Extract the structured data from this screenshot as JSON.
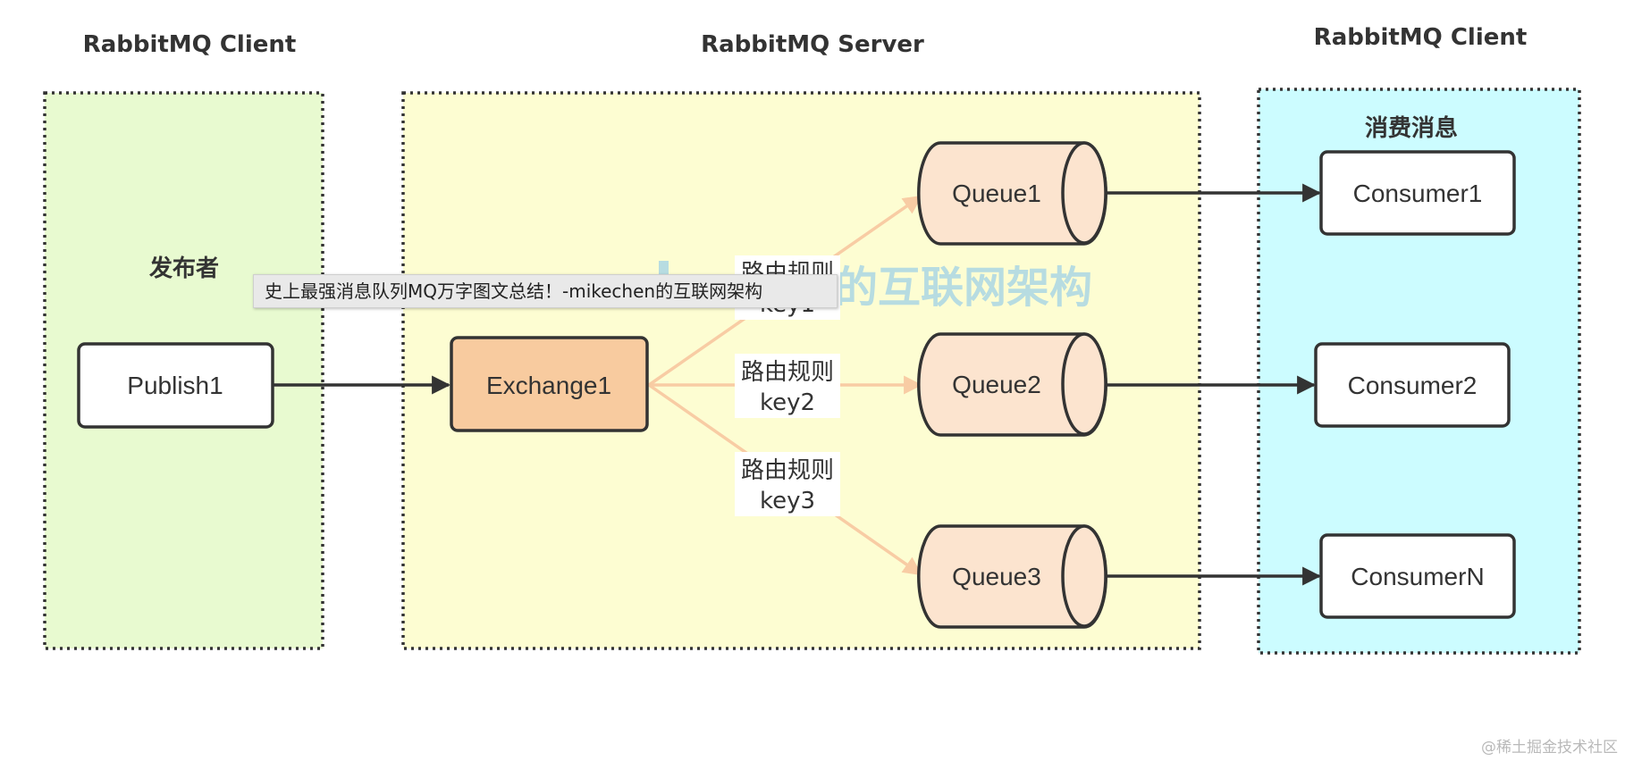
{
  "groups": [
    {
      "title": "RabbitMQ Client",
      "label": "发布者",
      "color": "#e8fad0"
    },
    {
      "title": "RabbitMQ Server",
      "color": "#fdfdd2"
    },
    {
      "title": "RabbitMQ Client",
      "label": "消费消息",
      "color": "#ccfcff"
    }
  ],
  "nodes": {
    "publisher": "Publish1",
    "exchange": "Exchange1",
    "queues": [
      "Queue1",
      "Queue2",
      "Queue3"
    ],
    "consumers": [
      "Consumer1",
      "Consumer2",
      "ConsumerN"
    ]
  },
  "routing_rules": [
    {
      "line1": "路由规则",
      "line2": "key1"
    },
    {
      "line1": "路由规则",
      "line2": "key2"
    },
    {
      "line1": "路由规则",
      "line2": "key3"
    }
  ],
  "watermark": "的互联网架构",
  "tooltip": "史上最强消息队列MQ万字图文总结！-mikechen的互联网架构",
  "credit": "@稀土掘金技术社区",
  "colors": {
    "exchange_fill": "#f8cb9f",
    "queue_fill": "#fce4cf",
    "route_arrow": "#f8cca4",
    "flow_arrow": "#333333"
  }
}
